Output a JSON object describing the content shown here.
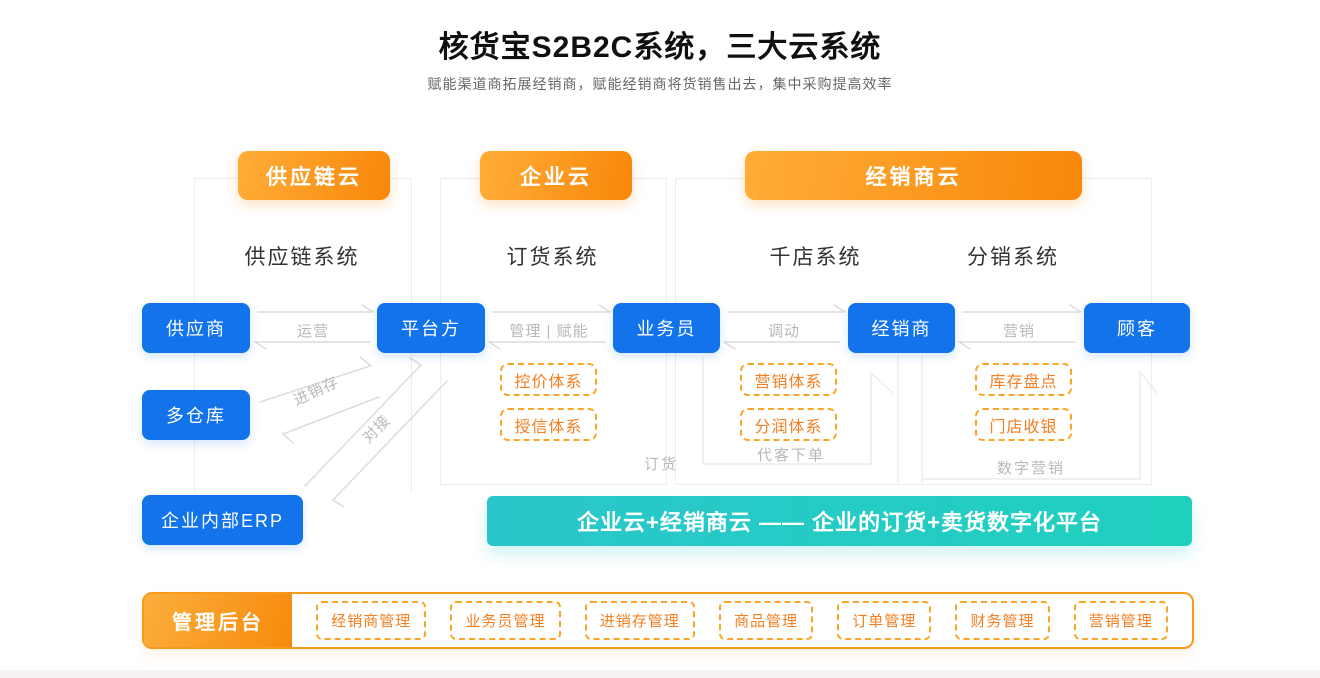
{
  "header": {
    "title": "核货宝S2B2C系统，三大云系统",
    "subtitle": "赋能渠道商拓展经销商，赋能经销商将货销售出去，集中采购提高效率"
  },
  "clouds": {
    "supply": "供应链云",
    "enterprise": "企业云",
    "distributor": "经销商云"
  },
  "systems": {
    "supply_chain": "供应链系统",
    "ordering": "订货系统",
    "thousand_store": "千店系统",
    "distribution": "分销系统"
  },
  "nodes": {
    "supplier": "供应商",
    "platform": "平台方",
    "salesman": "业务员",
    "distributor": "经销商",
    "customer": "顾客",
    "multi_warehouse": "多仓库",
    "erp": "企业内部ERP"
  },
  "flows": {
    "operate": "运营",
    "manage_empower": "管理 | 赋能",
    "mobilize": "调动",
    "market": "营销",
    "inventory": "进销存",
    "connect": "对接"
  },
  "modules": {
    "price_control": "控价体系",
    "credit": "授信体系",
    "marketing_system": "营销体系",
    "profit_sharing": "分润体系",
    "stock_check": "库存盘点",
    "store_cashier": "门店收银"
  },
  "area_labels": {
    "ordering": "订货",
    "proxy_order": "代客下单",
    "digital_marketing": "数字营销"
  },
  "banner": {
    "text": "企业云+经销商云 —— 企业的订货+卖货数字化平台"
  },
  "admin": {
    "title": "管理后台",
    "items": [
      "经销商管理",
      "业务员管理",
      "进销存管理",
      "商品管理",
      "订单管理",
      "财务管理",
      "营销管理"
    ]
  },
  "colors": {
    "node_blue": "#1273EB",
    "orange_gradient_start": "#FFAD38",
    "orange_gradient_end": "#F8870A",
    "dashed_border": "#F7A723",
    "dashed_text": "#F57E20",
    "teal_start": "#2BC6CB",
    "teal_end": "#1FD0BE",
    "admin_border": "#F8991D",
    "container_border": "#EDEDED",
    "arrow_gray": "#DCDCDC",
    "muted_label": "#B8B8B8"
  }
}
